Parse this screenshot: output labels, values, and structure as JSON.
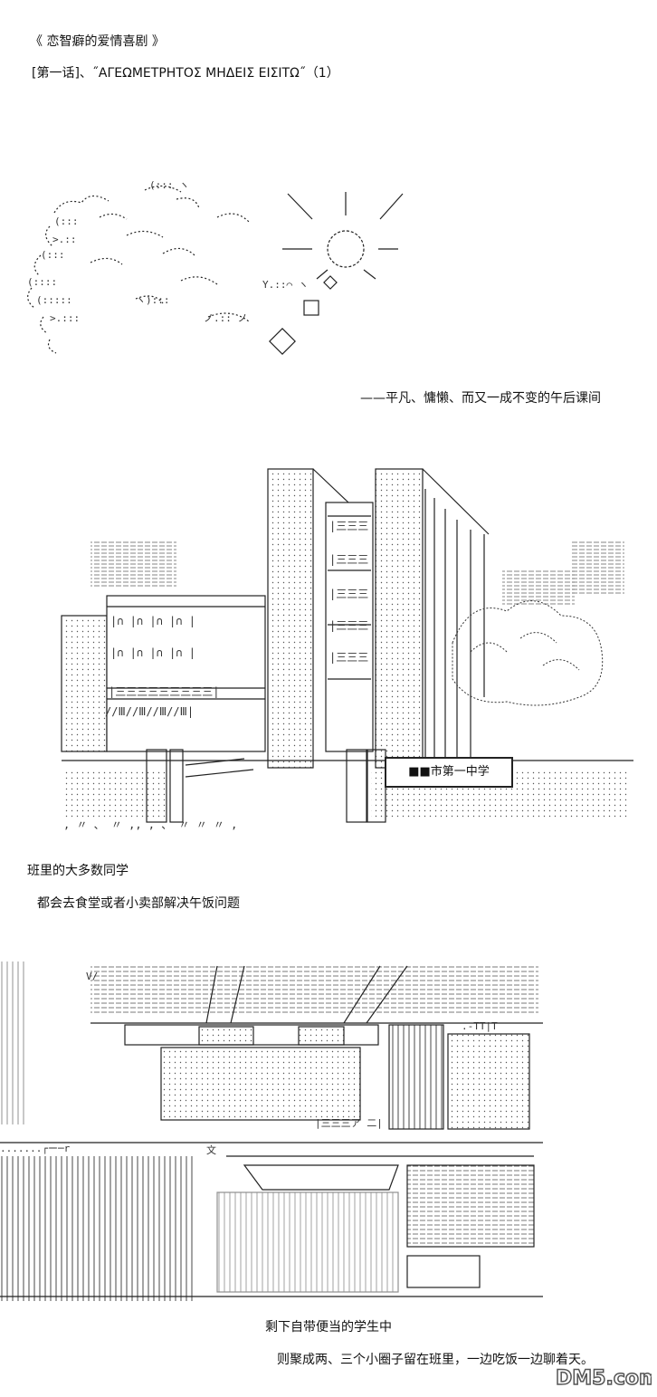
{
  "story": {
    "series_title": "《 恋智癖的爱情喜剧 》",
    "chapter_title": "[第一话]、˝ΑΓΕΩΜΕΤΡΗΤΟΣ ΜΗΔΕΙΣ ΕΙΣΙΤΩ˝（1）",
    "narration_1": "——平凡、慵懒、而又一成不变的午后课间",
    "narration_2": "班里的大多数同学",
    "narration_3": "都会去食堂或者小卖部解决午饭问题",
    "narration_4": "剩下自带便当的学生中",
    "narration_5": "则聚成两、三个小圈子留在班里，一边吃饭一边聊着天。"
  },
  "scene_school": {
    "sign_text": "■■市第一中学"
  },
  "watermark": {
    "logo_text": "DM5.com"
  }
}
